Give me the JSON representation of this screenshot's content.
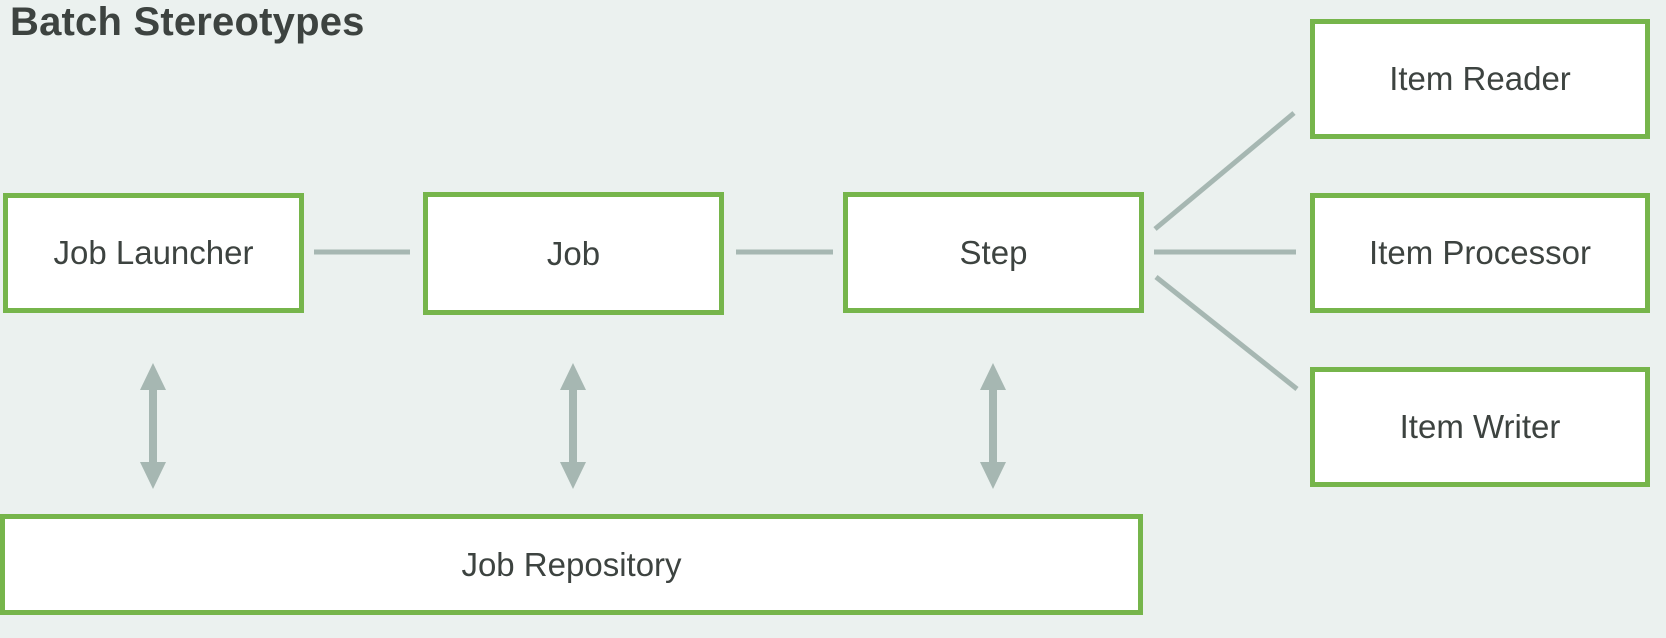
{
  "title": "Batch Stereotypes",
  "nodes": {
    "job_launcher": "Job Launcher",
    "job": "Job",
    "step": "Step",
    "item_reader": "Item Reader",
    "item_processor": "Item Processor",
    "item_writer": "Item Writer",
    "job_repository": "Job Repository"
  },
  "connections": [
    "Job Launcher - Job",
    "Job - Step",
    "Step - Item Reader",
    "Step - Item Processor",
    "Step - Item Writer",
    "Job Launcher <-> Job Repository",
    "Job <-> Job Repository",
    "Step <-> Job Repository"
  ],
  "colors": {
    "background": "#ebf1ef",
    "box_border": "#76b54b",
    "box_fill": "#ffffff",
    "connector": "#a6b7b2",
    "text": "#3d4340"
  }
}
